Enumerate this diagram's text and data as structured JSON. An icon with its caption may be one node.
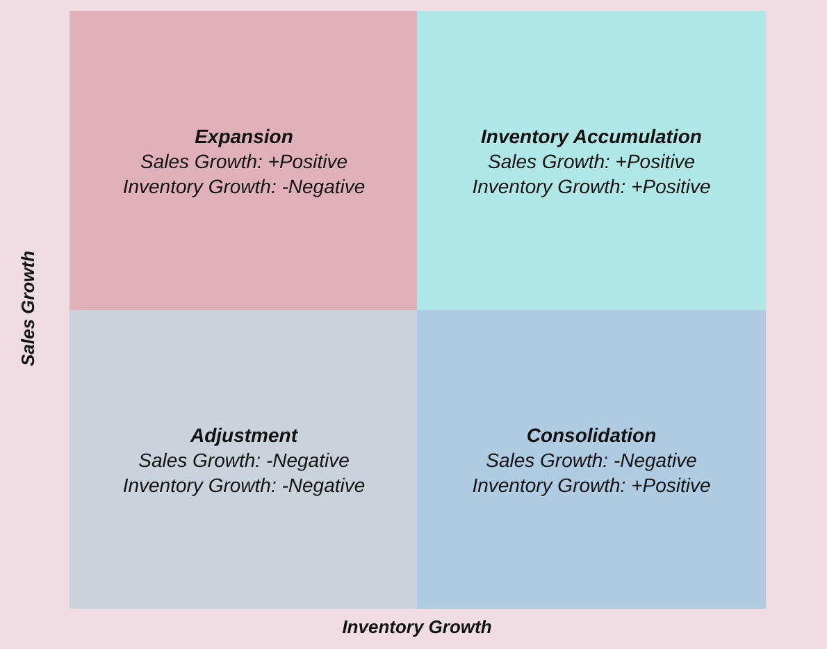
{
  "diagram": {
    "nodes": [
      {
        "text": [
          "Expansion",
          "Sales Growth: +Positive",
          "Inventory Growth: -Negative"
        ]
      },
      {
        "text": [
          "Inventory Accumulation",
          "Sales Growth: +Positive",
          "Inventory Growth: +Positive"
        ]
      },
      {
        "text": [
          "Adjustment",
          "Sales Growth: -Negative",
          "Inventory Growth: -Negative"
        ]
      },
      {
        "text": [
          "Consolidation",
          "Sales Growth: -Negative",
          "Inventory Growth: +Positive"
        ]
      }
    ],
    "labels": [
      "Sales Growth",
      "Inventory Growth"
    ]
  }
}
